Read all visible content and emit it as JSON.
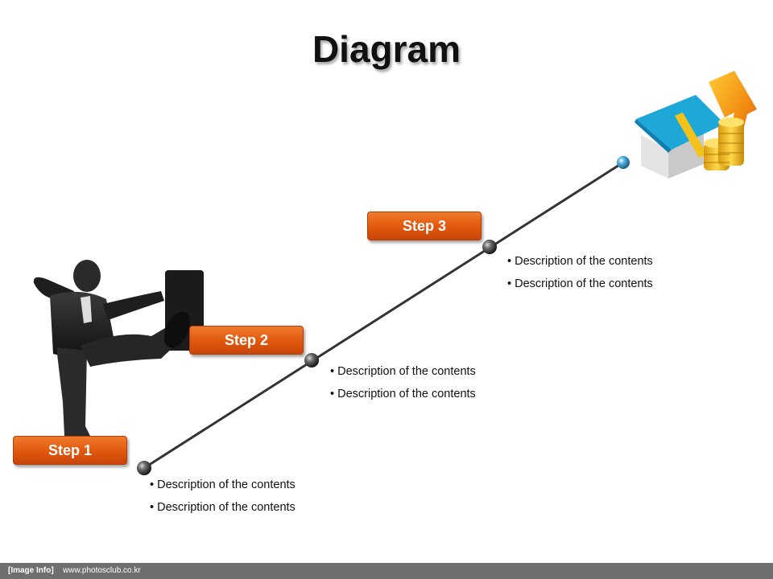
{
  "title": "Diagram",
  "steps": [
    {
      "label": "Step 1",
      "descriptions": [
        "Description of the contents",
        "Description of the contents"
      ]
    },
    {
      "label": "Step 2",
      "descriptions": [
        "Description of the contents",
        "Description of the contents"
      ]
    },
    {
      "label": "Step 3",
      "descriptions": [
        "Description of the contents",
        "Description of the contents"
      ]
    }
  ],
  "footer": {
    "info_label": "[Image Info]",
    "site": "www.photosclub.co.kr"
  },
  "images": {
    "left": "man-kicking-door-icon",
    "top_right": "house-money-coins-arrow-icon"
  },
  "colors": {
    "accent": "#e1570c",
    "line": "#333333",
    "footer_bg": "#6f6f6f",
    "end_node": "#4aa8d8"
  }
}
